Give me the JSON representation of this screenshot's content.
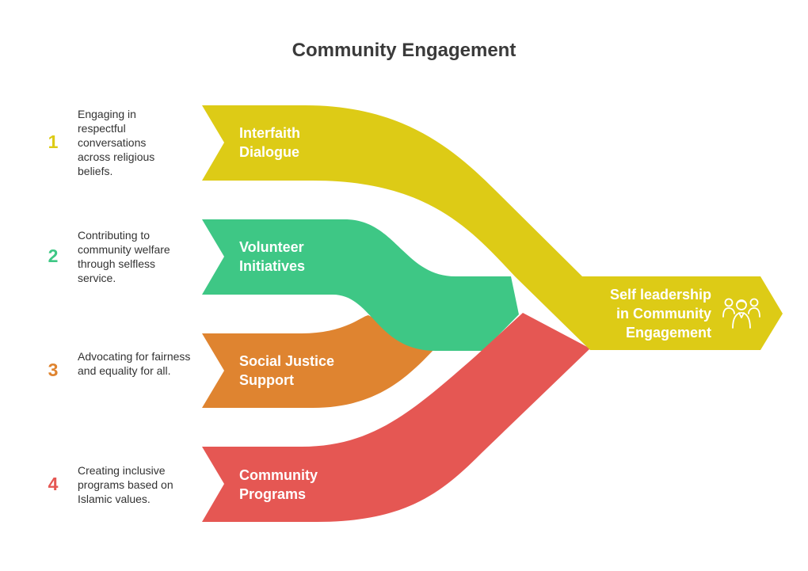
{
  "title": "Community Engagement",
  "steps": [
    {
      "number": "1",
      "label_line1": "Interfaith",
      "label_line2": "Dialogue",
      "description": "Engaging in respectful conversations across religious beliefs.",
      "color": "#DDCB16"
    },
    {
      "number": "2",
      "label_line1": "Volunteer",
      "label_line2": "Initiatives",
      "description": "Contributing to community welfare through selfless service.",
      "color": "#3EC785"
    },
    {
      "number": "3",
      "label_line1": "Social Justice",
      "label_line2": "Support",
      "description": "Advocating for fairness and equality for all.",
      "color": "#DF8430"
    },
    {
      "number": "4",
      "label_line1": "Community",
      "label_line2": "Programs",
      "description": "Creating inclusive programs based on Islamic values.",
      "color": "#E55753"
    }
  ],
  "target": {
    "line1": "Self leadership",
    "line2": "in Community",
    "line3": "Engagement",
    "icon": "people-group-icon",
    "color": "#DDCB16"
  }
}
